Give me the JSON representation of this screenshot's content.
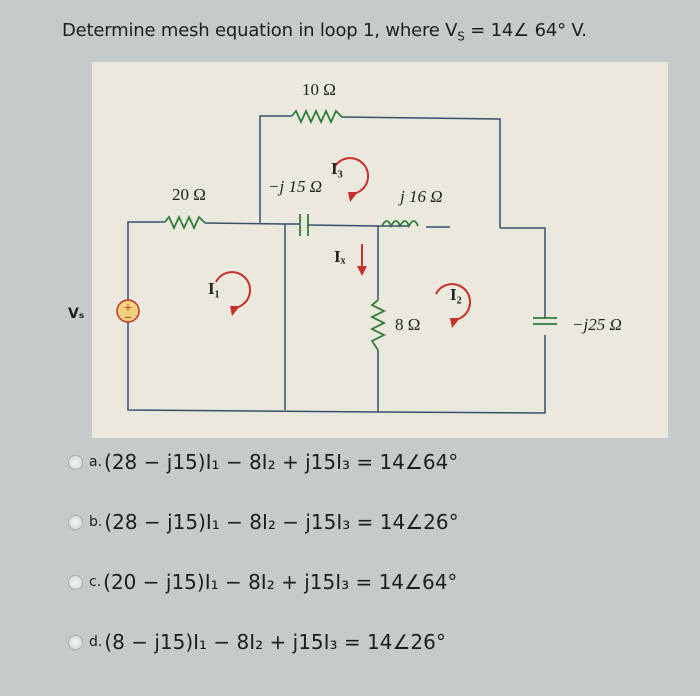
{
  "question": {
    "prefix": "Determine mesh equation in loop 1, where V",
    "sub": "S",
    "suffix": " = 14∠ 64° V."
  },
  "circuit": {
    "r_top": "10 Ω",
    "r_left": "20 Ω",
    "c_mid": "−j 15 Ω",
    "l_right": "j 16 Ω",
    "r_mid": "8 Ω",
    "c_right": "−j25 Ω",
    "source": "Vₛ",
    "mesh1": "I₁",
    "mesh2": "I₂",
    "mesh3": "I₃",
    "ix": "Iₓ",
    "wire_color": "#3a4f6e",
    "element_color": "#2e7d3a",
    "arrow_color": "#c8302a",
    "source_fill": "#f2d27a"
  },
  "options": [
    {
      "letter": "a.",
      "equation": "(28 − j15)I₁ − 8I₂ + j15I₃ = 14∠64°"
    },
    {
      "letter": "b.",
      "equation": "(28 − j15)I₁ − 8I₂ − j15I₃ = 14∠26°"
    },
    {
      "letter": "c.",
      "equation": "(20 − j15)I₁ − 8I₂ + j15I₃ = 14∠64°"
    },
    {
      "letter": "d.",
      "equation": "(8 − j15)I₁ − 8I₂ + j15I₃ = 14∠26°"
    }
  ]
}
